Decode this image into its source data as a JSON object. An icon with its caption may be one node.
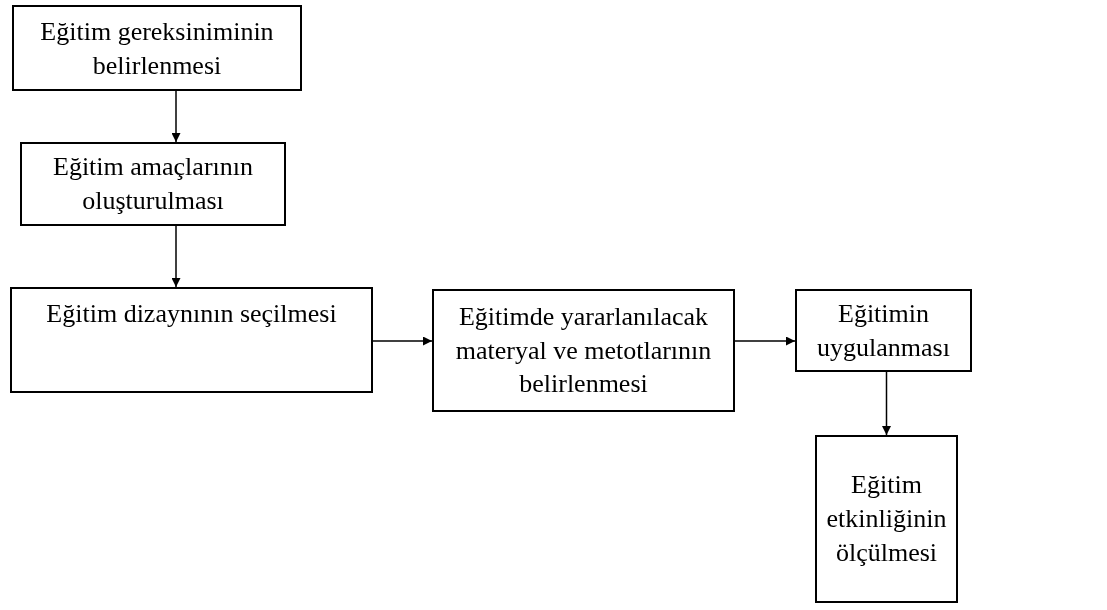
{
  "diagram": {
    "nodes": [
      {
        "text": [
          "Eğitim gereksiniminin belirlenmesi"
        ]
      },
      {
        "text": [
          "Eğitim amaçlarının oluşturulması"
        ]
      },
      {
        "text": [
          "Eğitim dizaynının seçilmesi"
        ]
      },
      {
        "text": [
          "Eğitimde yararlanılacak materyal ve metotlarının belirlenmesi"
        ]
      },
      {
        "text": [
          "Eğitimin uygulanması"
        ]
      },
      {
        "text": [
          "Eğitim etkinliğinin ölçülmesi"
        ]
      }
    ],
    "edges": [
      {
        "from": 0,
        "to": 1,
        "arrow": "to"
      },
      {
        "from": 1,
        "to": 2,
        "arrow": "to"
      },
      {
        "from": 2,
        "to": 3,
        "arrow": "to"
      },
      {
        "from": 3,
        "to": 4,
        "arrow": "to"
      },
      {
        "from": 4,
        "to": 5,
        "arrow": "to"
      }
    ]
  }
}
